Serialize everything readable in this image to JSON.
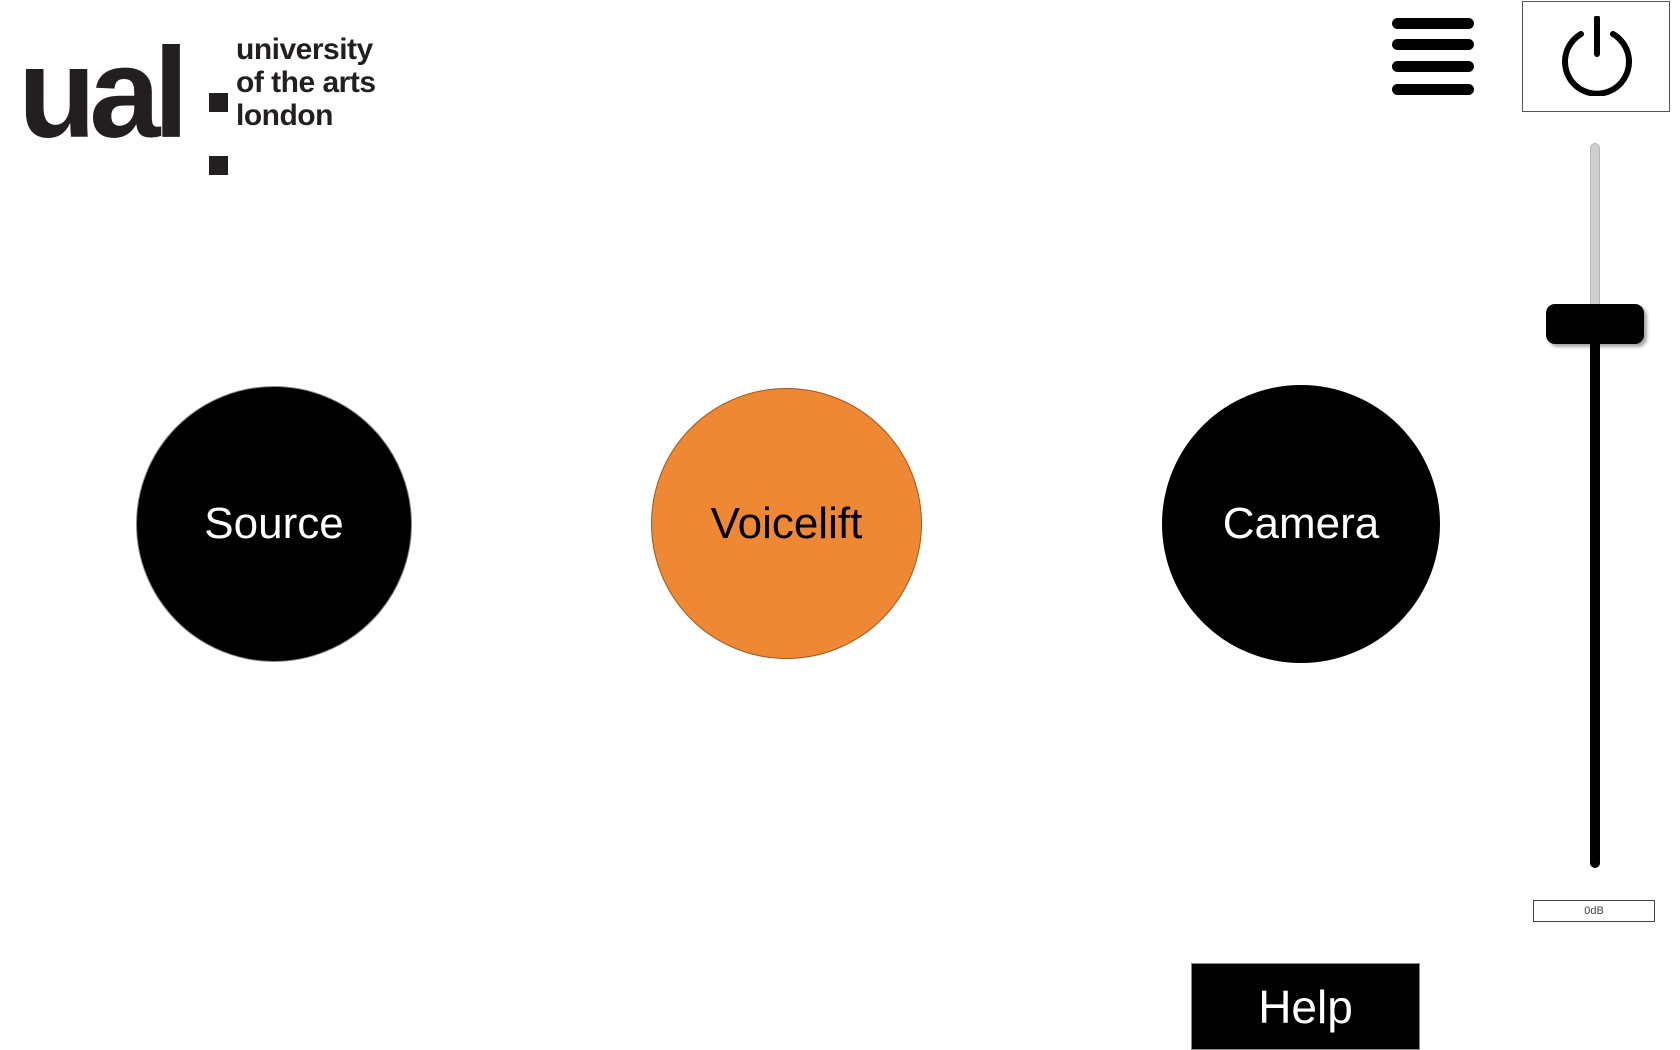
{
  "logo": {
    "mark": "ual",
    "lines": [
      "university",
      "of the arts",
      "london"
    ]
  },
  "header": {
    "menu_icon": "hamburger-menu-icon",
    "power_icon": "power-icon"
  },
  "buttons": {
    "source": "Source",
    "voicelift": "Voicelift",
    "camera": "Camera",
    "help": "Help"
  },
  "volume": {
    "level_fraction": 0.25,
    "readout": "0dB"
  },
  "colors": {
    "accent_active": "#ee8834",
    "button_dark": "#000000",
    "background": "#ffffff"
  }
}
